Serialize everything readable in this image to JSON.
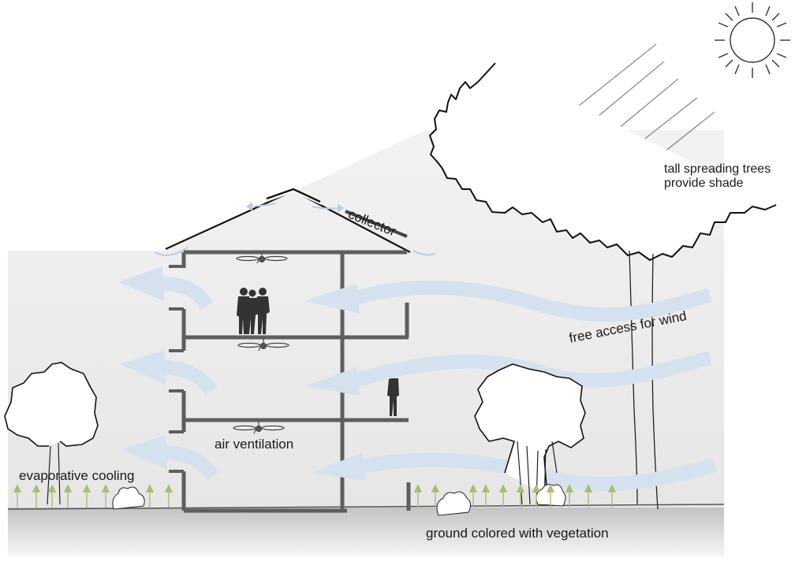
{
  "labels": {
    "collector": "collector",
    "trees": "tall spreading trees\nprovide shade",
    "wind": "free access for wind",
    "air": "air ventilation",
    "evaporative": "evaporative cooling",
    "ground": "ground colored with vegetation"
  },
  "colors": {
    "airflow": "#d5e1ee",
    "structure": "#5e5e5e",
    "ground_top": "#c9c9c9",
    "ground_bottom": "#f4f4f4",
    "shade": "#ececec",
    "sprout": "#a6bd72",
    "sun": "#333333"
  },
  "icons": [
    "sun-icon",
    "ceiling-fan-icon",
    "people-silhouette-icon",
    "person-silhouette-icon",
    "tree-icon",
    "shrub-icon",
    "sprout-icon"
  ]
}
